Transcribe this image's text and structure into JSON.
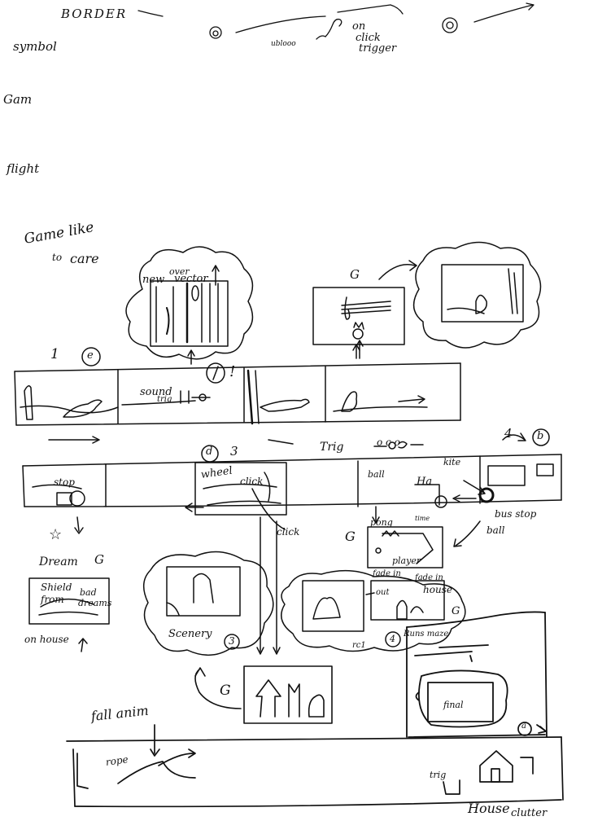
{
  "colors": {
    "ink": "#111111",
    "paper": "#ffffff"
  },
  "header": {
    "border": "BORDER",
    "symbol": "symbol",
    "gam": "Gam",
    "flight": "flight",
    "on_click": "on",
    "click": "click",
    "trigger": "trigger",
    "scribble": "ublooo"
  },
  "title": {
    "line1": "Game like",
    "line2": "to",
    "line3": "care"
  },
  "bubbles": {
    "top_left_new": "new",
    "top_left_over": "over",
    "top_left_vector": "vector",
    "top_right_g": "G"
  },
  "row1": {
    "number": "1",
    "letter": "e",
    "sound": "sound",
    "trig": "trig",
    "exclaim": "!"
  },
  "row2": {
    "scene_d": "d",
    "number": "3",
    "trig": "Trig",
    "oco": "o c o",
    "number4": "4",
    "letter_b": "b",
    "kite": "kite",
    "stop": "stop",
    "ball_label": "ball",
    "wheel": "wheel",
    "click": "click",
    "click2": "click",
    "ha": "Ha",
    "bus_stop": "bus stop",
    "ball": "ball"
  },
  "dream": {
    "star": "☆",
    "title": "Dream",
    "g": "G",
    "shield": "Shield",
    "from": "from",
    "bad": "bad",
    "dreams": "dreams",
    "on_house": "on house"
  },
  "pong": {
    "g": "G",
    "pong": "pong",
    "time": "time",
    "player": "player",
    "fade_in": "fade in",
    "out": "out",
    "fade_in2": "fade in",
    "house": "house",
    "g2": "G"
  },
  "mid": {
    "scenery": "Scenery",
    "scenery_num": "3",
    "rc": "rc1",
    "num4": "4",
    "runs_maze": "Runs maze",
    "final": "final",
    "g": "G"
  },
  "bottom": {
    "fall_anim": "fall anim",
    "rope": "rope",
    "trig": "trig",
    "house": "House",
    "clutter": "clutter",
    "circle_letter": "a"
  }
}
